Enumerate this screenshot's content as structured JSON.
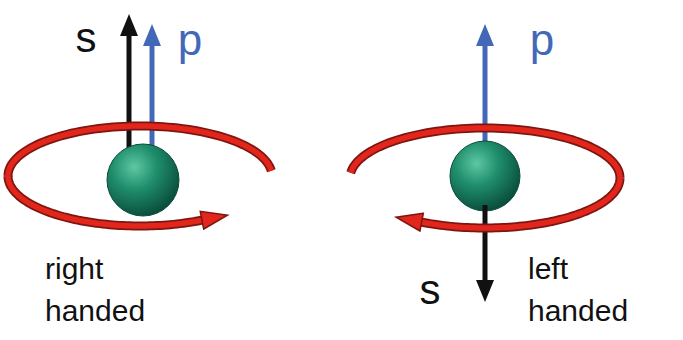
{
  "diagram": {
    "labels": [
      "s",
      "p",
      "right handed",
      "p",
      "s",
      "left handed"
    ]
  }
}
